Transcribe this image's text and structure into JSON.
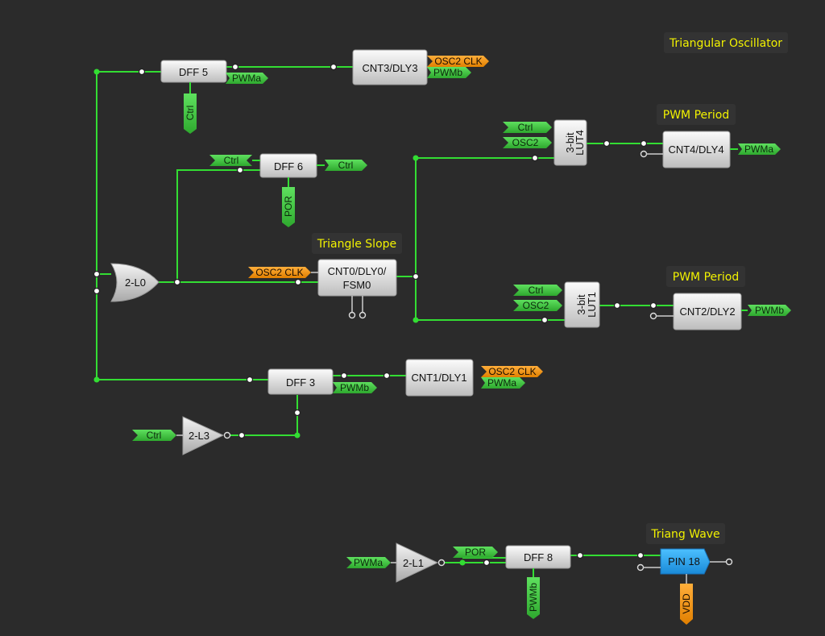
{
  "titles": {
    "triangular_oscillator": "Triangular Oscillator",
    "pwm_period_top": "PWM Period",
    "pwm_period_bottom": "PWM Period",
    "triangle_slope": "Triangle Slope",
    "triang_wave": "Triang Wave"
  },
  "blocks": {
    "dff5": "DFF 5",
    "cnt3": "CNT3/DLY3",
    "dff6": "DFF 6",
    "lut4_l1": "3-bit",
    "lut4_l2": "LUT4",
    "cnt4": "CNT4/DLY4",
    "or_gate": "2-L0",
    "cnt0_l1": "CNT0/DLY0/",
    "cnt0_l2": "FSM0",
    "lut1_l1": "3-bit",
    "lut1_l2": "LUT1",
    "cnt2": "CNT2/DLY2",
    "dff3": "DFF 3",
    "cnt1": "CNT1/DLY1",
    "inv_l3": "2-L3",
    "inv_l1": "2-L1",
    "dff8": "DFF 8",
    "pin18": "PIN 18"
  },
  "tags": {
    "dff5_out": "PWMa",
    "dff5_ctrl": "Ctrl",
    "cnt3_osc": "OSC2 CLK",
    "cnt3_pwm": "PWMb",
    "dff6_in": "Ctrl",
    "dff6_out": "Ctrl",
    "dff6_por": "POR",
    "lut4_ctrl": "Ctrl",
    "lut4_osc": "OSC2",
    "cnt4_out": "PWMa",
    "cnt0_osc": "OSC2 CLK",
    "lut1_ctrl": "Ctrl",
    "lut1_osc": "OSC2",
    "cnt2_out": "PWMb",
    "dff3_out": "PWMb",
    "cnt1_osc": "OSC2 CLK",
    "cnt1_pwm": "PWMa",
    "inv_l3_in": "Ctrl",
    "inv_l1_in": "PWMa",
    "dff8_por": "POR",
    "dff8_pwm": "PWMb",
    "pin18_vdd": "VDD"
  },
  "colors": {
    "wire": "#33dd33",
    "tag_green": "#3bc43b",
    "tag_orange": "#f0900a",
    "title": "#f2f200",
    "pin_blue": "#2aa2ee",
    "background": "#2b2b2b"
  }
}
